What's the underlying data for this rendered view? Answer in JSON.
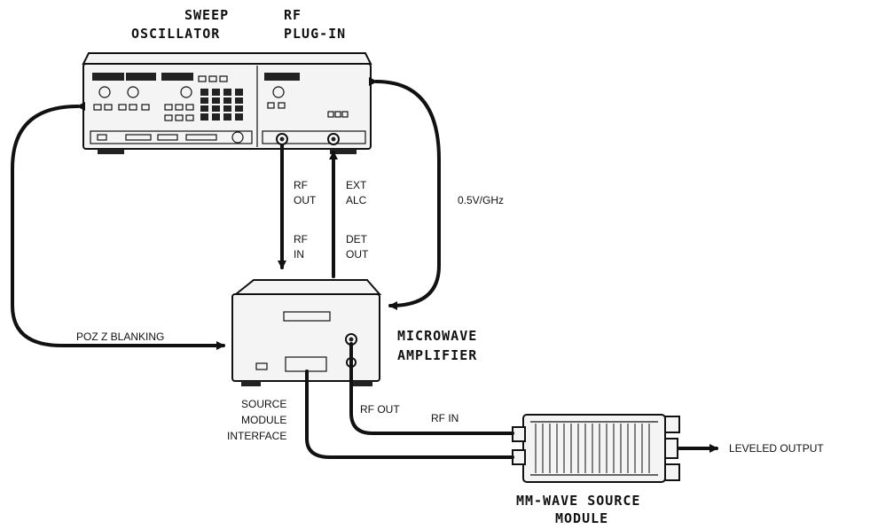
{
  "titles": {
    "sweep": "SWEEP",
    "oscillator": "OSCILLATOR",
    "rf": "RF",
    "plugin": "PLUG-IN",
    "microwave": "MICROWAVE",
    "amplifier": "AMPLIFIER",
    "mmwave": "MM-WAVE SOURCE",
    "module": "MODULE"
  },
  "labels": {
    "rf_out_top_1": "RF",
    "rf_out_top_2": "OUT",
    "ext_alc_1": "EXT",
    "ext_alc_2": "ALC",
    "rf_in_1": "RF",
    "rf_in_2": "IN",
    "det_out_1": "DET",
    "det_out_2": "OUT",
    "volt_per_ghz": "0.5V/GHz",
    "poz_z_blanking": "POZ  Z  BLANKING",
    "smi_1": "SOURCE",
    "smi_2": "MODULE",
    "smi_3": "INTERFACE",
    "rf_out_amp": "RF  OUT",
    "rf_in_module": "RF  IN",
    "leveled_output": "LEVELED  OUTPUT"
  }
}
